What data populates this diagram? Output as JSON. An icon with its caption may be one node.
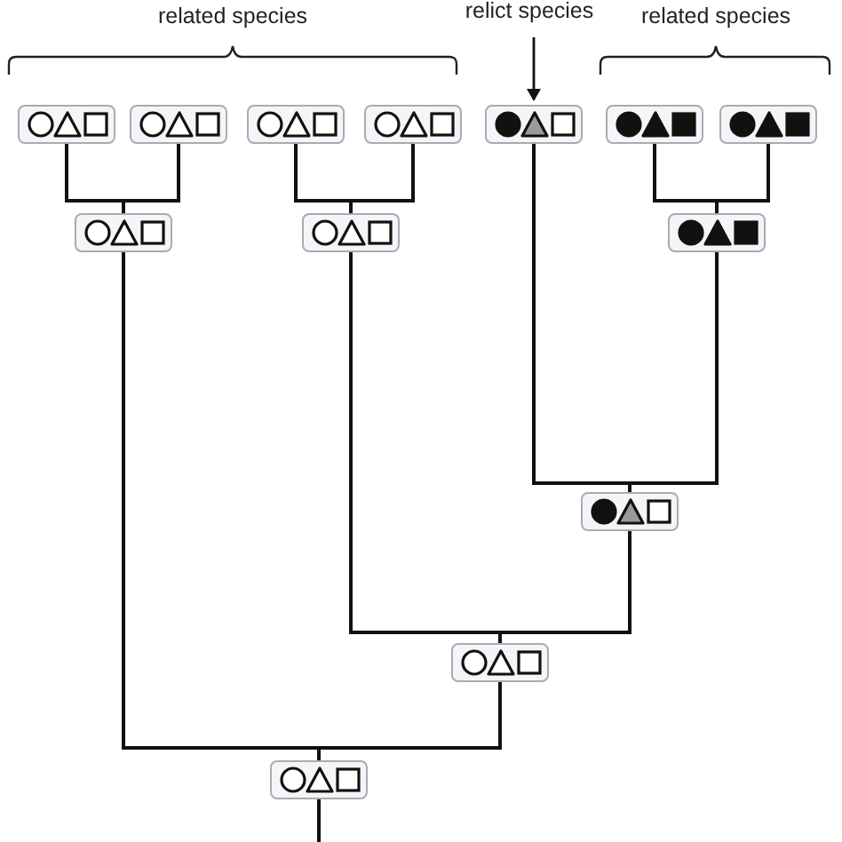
{
  "diagram": {
    "nodes": [
      {
        "text": [
          "relict species"
        ]
      },
      {
        "text": [],
        "shape": "box"
      },
      {
        "text": [],
        "shape": "box"
      },
      {
        "text": [],
        "shape": "box"
      },
      {
        "text": [],
        "shape": "box"
      },
      {
        "text": [],
        "shape": "box"
      },
      {
        "text": [],
        "shape": "box"
      },
      {
        "text": [],
        "shape": "box"
      },
      {
        "text": [],
        "shape": "box"
      },
      {
        "text": [],
        "shape": "box"
      },
      {
        "text": [],
        "shape": "box"
      },
      {
        "text": [],
        "shape": "box"
      },
      {
        "text": [],
        "shape": "box"
      },
      {
        "text": [],
        "shape": "box"
      }
    ],
    "edges": [
      {
        "from": 0,
        "to": 5,
        "arrow": "to"
      },
      {
        "from": 8,
        "to": 1,
        "arrow": "none"
      },
      {
        "from": 8,
        "to": 2,
        "arrow": "none"
      },
      {
        "from": 9,
        "to": 3,
        "arrow": "none"
      },
      {
        "from": 9,
        "to": 4,
        "arrow": "none"
      },
      {
        "from": 10,
        "to": 6,
        "arrow": "none"
      },
      {
        "from": 10,
        "to": 7,
        "arrow": "none"
      },
      {
        "from": 11,
        "to": 5,
        "arrow": "none"
      },
      {
        "from": 11,
        "to": 10,
        "arrow": "none"
      },
      {
        "from": 12,
        "to": 9,
        "arrow": "none"
      },
      {
        "from": 12,
        "to": 11,
        "arrow": "none"
      },
      {
        "from": 13,
        "to": 8,
        "arrow": "none"
      },
      {
        "from": 13,
        "to": 12,
        "arrow": "none"
      },
      {
        "from": 13,
        "to": null,
        "arrow": "none"
      }
    ],
    "labels": [
      "related species",
      "related species"
    ]
  }
}
